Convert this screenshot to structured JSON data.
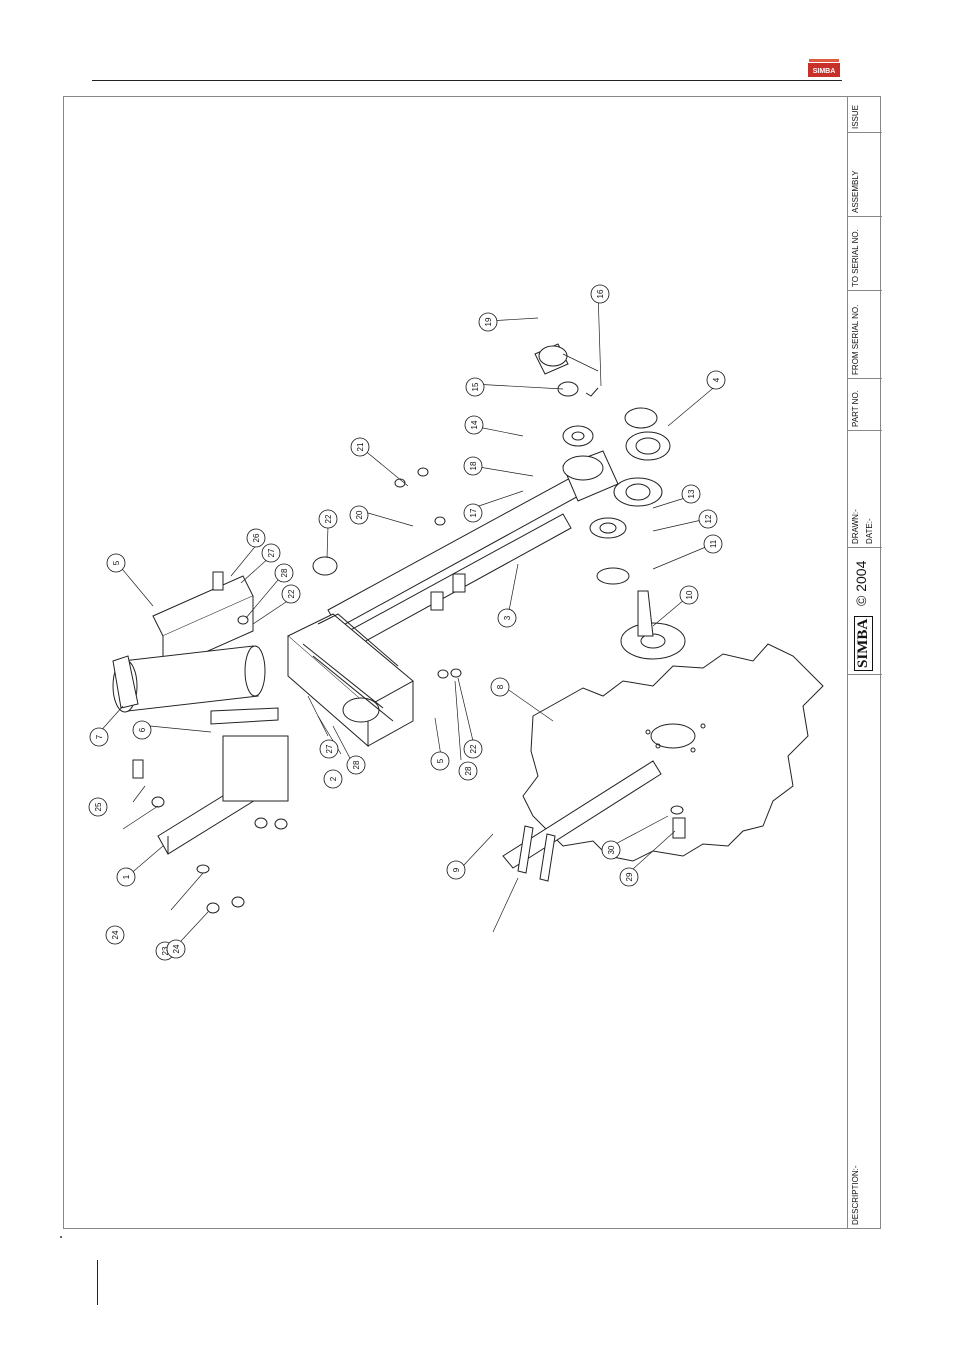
{
  "title_block": {
    "issue_label": "ISSUE",
    "assembly_label": "ASSEMBLY",
    "to_serial_label": "TO SERIAL NO.",
    "from_serial_label": "FROM SERIAL NO.",
    "part_no_label": "PART NO.",
    "drawn_label": "DRAWN:-",
    "date_label": "DATE:-",
    "brand": "SIMBA",
    "copyright": "© 2004",
    "description_label": "DESCRIPTION:-"
  },
  "header_logo_text": "SIMBA",
  "callouts": [
    "1",
    "2",
    "3",
    "4",
    "5",
    "5",
    "6",
    "7",
    "8",
    "9",
    "10",
    "11",
    "12",
    "13",
    "14",
    "15",
    "16",
    "17",
    "18",
    "19",
    "20",
    "21",
    "22",
    "22",
    "22",
    "23",
    "24",
    "24",
    "25",
    "26",
    "27",
    "27",
    "28",
    "28",
    "28",
    "29",
    "30"
  ],
  "colors": {
    "line": "#222222",
    "frame": "#888888",
    "logo_red": "#c8302a"
  }
}
